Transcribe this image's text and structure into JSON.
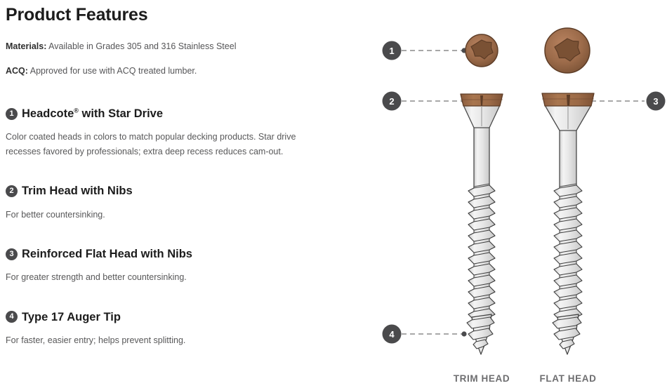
{
  "page": {
    "title": "Product Features",
    "background_color": "#ffffff"
  },
  "specs": [
    {
      "label": "Materials:",
      "value": "Available in Grades 305 and 316 Stainless Steel"
    },
    {
      "label": "ACQ:",
      "value": "Approved for use with ACQ treated lumber."
    }
  ],
  "features": [
    {
      "number": "1",
      "title_before": "Headcote",
      "title_sup": "®",
      "title_after": " with Star Drive",
      "body": "Color coated heads in colors to match popular decking products. Star drive recesses favored by professionals; extra deep recess reduces cam-out."
    },
    {
      "number": "2",
      "title_before": "Trim Head with Nibs",
      "title_sup": "",
      "title_after": "",
      "body": "For better countersinking."
    },
    {
      "number": "3",
      "title_before": "Reinforced Flat Head with Nibs",
      "title_sup": "",
      "title_after": "",
      "body": "For greater strength and better countersinking."
    },
    {
      "number": "4",
      "title_before": "Type 17 Auger Tip",
      "title_sup": "",
      "title_after": "",
      "body": "For faster, easier entry; helps prevent splitting."
    }
  ],
  "illustration": {
    "callouts": [
      {
        "number": "1",
        "target": "star-drive-recess-top-view"
      },
      {
        "number": "2",
        "target": "trim-head-profile"
      },
      {
        "number": "3",
        "target": "flat-head-profile"
      },
      {
        "number": "4",
        "target": "type-17-auger-tip"
      }
    ],
    "screws": [
      {
        "caption": "TRIM HEAD",
        "head_type": "trim"
      },
      {
        "caption": "FLAT HEAD",
        "head_type": "flat"
      }
    ],
    "colors": {
      "head_brown": "#9c6b4a",
      "head_brown_dark": "#7b5036",
      "head_brown_light": "#b07f5c",
      "shank_gray": "#e2e2e2",
      "shank_gray_light": "#f2f2f2",
      "shank_outline": "#4a4a4a",
      "badge_gray": "#4a4a4c",
      "leader_line": "#8c8c8c",
      "caption_gray": "#6e6e70"
    }
  }
}
